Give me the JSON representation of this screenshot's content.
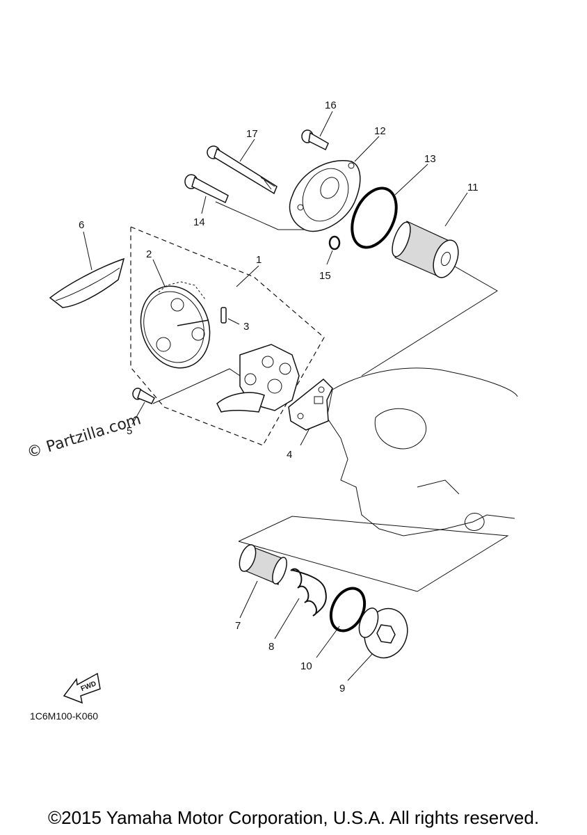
{
  "callouts": [
    {
      "id": "1",
      "label": "1"
    },
    {
      "id": "2",
      "label": "2"
    },
    {
      "id": "3",
      "label": "3"
    },
    {
      "id": "4",
      "label": "4"
    },
    {
      "id": "5",
      "label": "5"
    },
    {
      "id": "6",
      "label": "6"
    },
    {
      "id": "7",
      "label": "7"
    },
    {
      "id": "8",
      "label": "8"
    },
    {
      "id": "9",
      "label": "9"
    },
    {
      "id": "10",
      "label": "10"
    },
    {
      "id": "11",
      "label": "11"
    },
    {
      "id": "12",
      "label": "12"
    },
    {
      "id": "13",
      "label": "13"
    },
    {
      "id": "14",
      "label": "14"
    },
    {
      "id": "15",
      "label": "15"
    },
    {
      "id": "16",
      "label": "16"
    },
    {
      "id": "17",
      "label": "17"
    }
  ],
  "watermark": "© Partzilla.com",
  "fwd_label": "FWD",
  "drawing_code": "1C6M100-K060",
  "footer": "©2015 Yamaha Motor Corporation, U.S.A. All rights reserved."
}
